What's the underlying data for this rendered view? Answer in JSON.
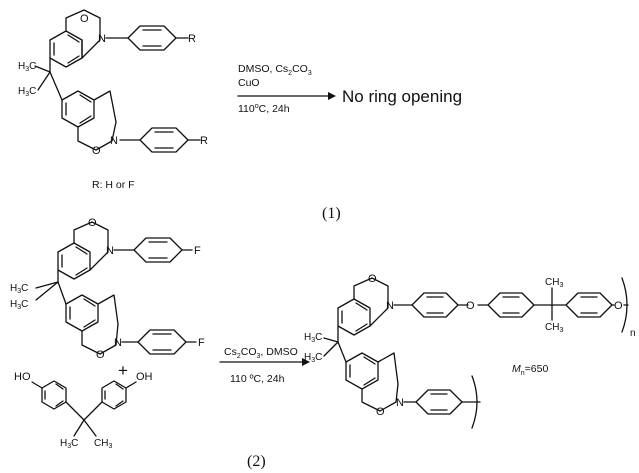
{
  "scheme1": {
    "conditions_line1_a": "DMSO, Cs",
    "conditions_line1_sub": "2",
    "conditions_line1_b": "CO",
    "conditions_line1_sub2": "3",
    "conditions_line2": "CuO",
    "conditions_line3_a": "110",
    "conditions_line3_sup": "o",
    "conditions_line3_b": "C, 24h",
    "result": "No ring opening",
    "r_note": "R: H or F",
    "substituent": "R",
    "label": "(1)"
  },
  "scheme2": {
    "conditions_line1_a": "Cs",
    "conditions_line1_sub": "2",
    "conditions_line1_b": "CO",
    "conditions_line1_sub2": "3",
    "conditions_line1_c": ", DMSO",
    "conditions_line2": "110 ºC, 24h",
    "plus": "+",
    "fluoro": "F",
    "mn_label": "M",
    "mn_sub": "n",
    "mn_value": "=650",
    "repeat_n": "n",
    "label": "(2)"
  },
  "atoms": {
    "O": "O",
    "N": "N",
    "HO": "HO",
    "OH": "OH",
    "H3C": "H",
    "three": "3",
    "C": "C",
    "CH3": "CH",
    "H": "H"
  }
}
